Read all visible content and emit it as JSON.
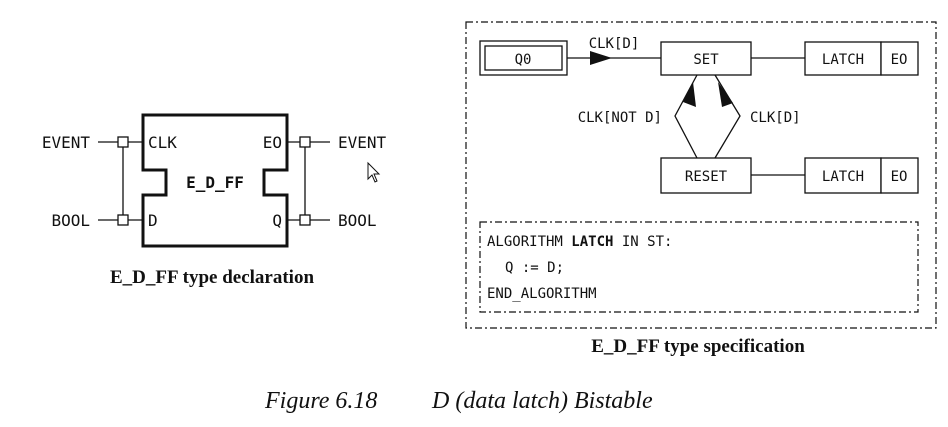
{
  "declaration": {
    "block_name": "E_D_FF",
    "inputs": [
      {
        "type": "EVENT",
        "name": "CLK"
      },
      {
        "type": "BOOL",
        "name": "D"
      }
    ],
    "outputs": [
      {
        "type": "EVENT",
        "name": "EO"
      },
      {
        "type": "BOOL",
        "name": "Q"
      }
    ],
    "caption": "E_D_FF type declaration"
  },
  "specification": {
    "initial_state": "Q0",
    "states": {
      "set": "SET",
      "reset": "RESET"
    },
    "transitions": {
      "q0_to_set": "CLK[D]",
      "set_to_reset": "CLK[NOT D]",
      "reset_to_set": "CLK[D]"
    },
    "actions": [
      {
        "algorithm": "LATCH",
        "event": "EO"
      },
      {
        "algorithm": "LATCH",
        "event": "EO"
      }
    ],
    "algorithm_block": {
      "prefix": "ALGORITHM ",
      "name": "LATCH",
      "suffix": " IN ST:",
      "body": "Q := D;",
      "end": "END_ALGORITHM"
    },
    "caption": "E_D_FF type specification"
  },
  "figure_caption": {
    "number": "Figure 6.18",
    "title": "D (data latch) Bistable"
  }
}
